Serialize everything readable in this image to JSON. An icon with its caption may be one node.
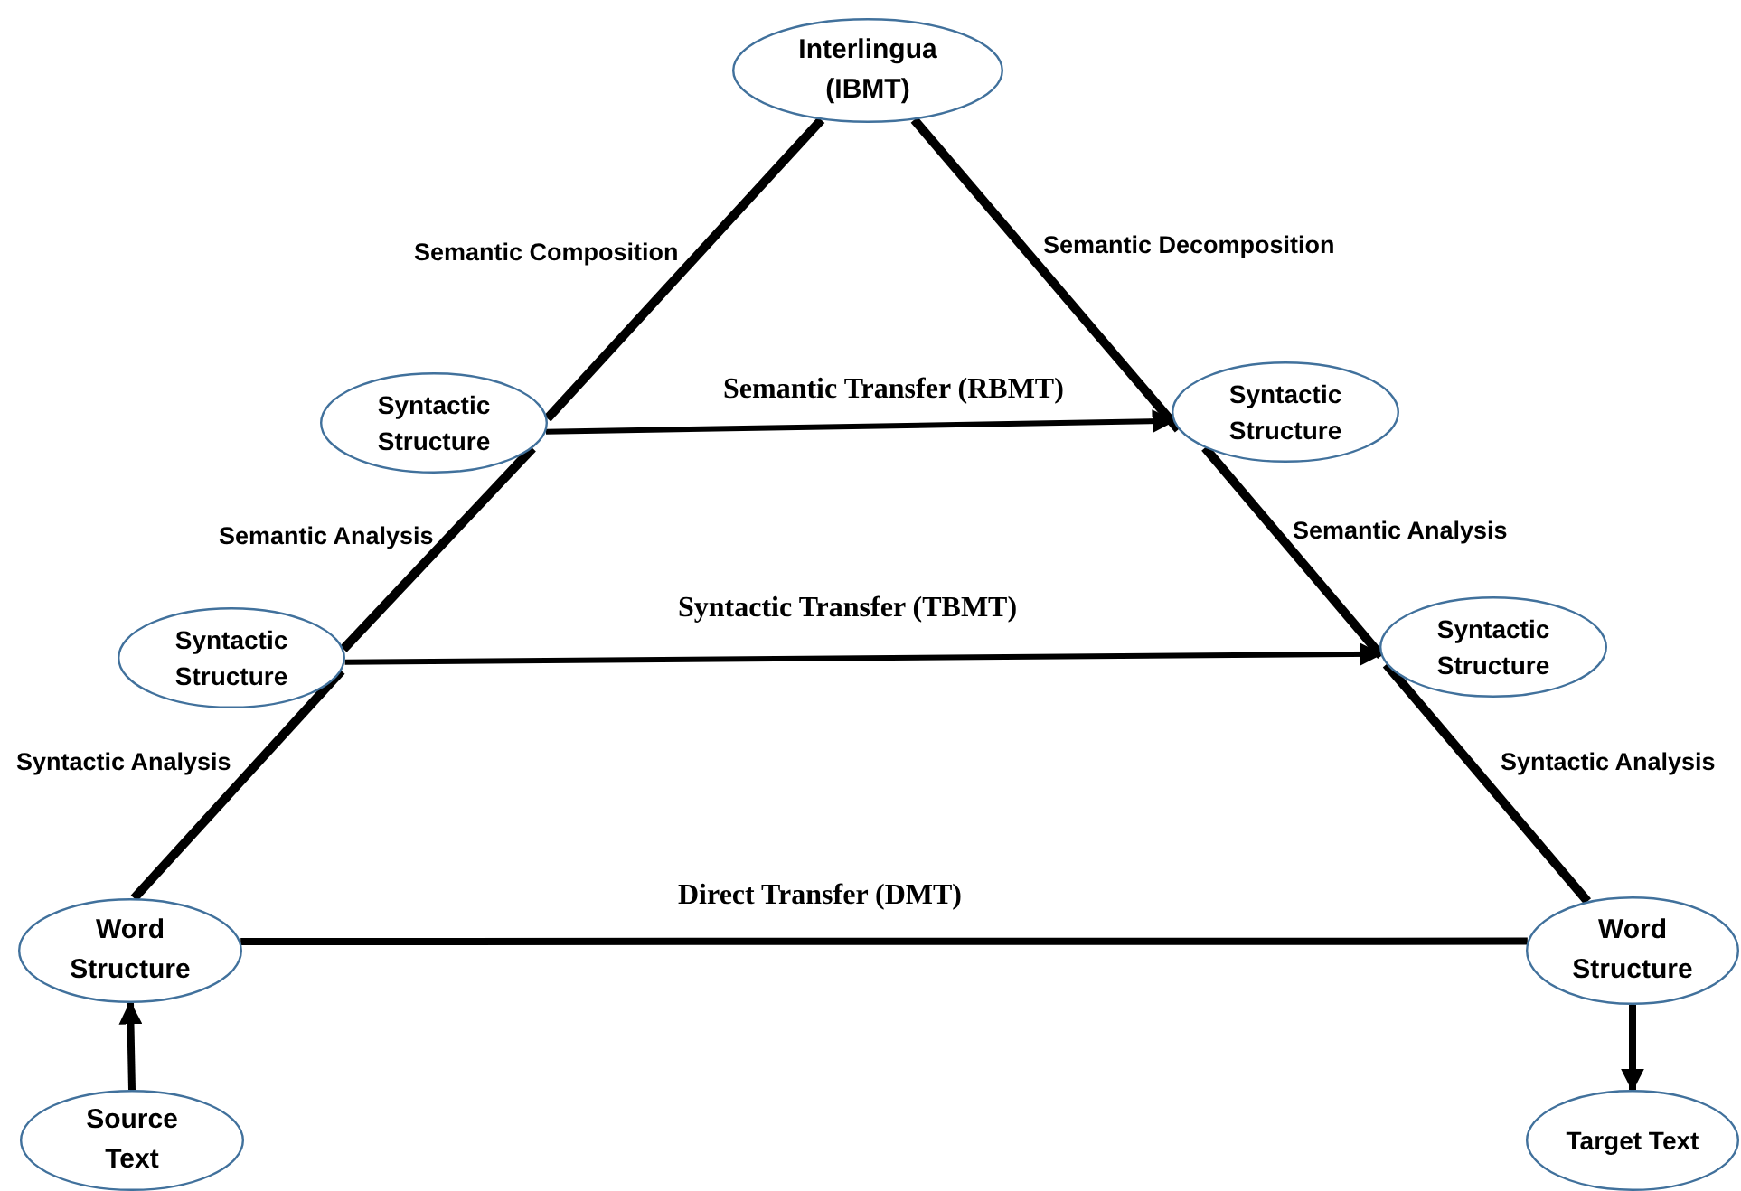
{
  "diagram": {
    "nodes": [
      {
        "text": [
          "Interlingua (IBMT)"
        ]
      },
      {
        "text": [
          "Syntactic Structure"
        ]
      },
      {
        "text": [
          "Syntactic Structure"
        ]
      },
      {
        "text": [
          "Syntactic Structure"
        ]
      },
      {
        "text": [
          "Syntactic Structure"
        ]
      },
      {
        "text": [
          "Word Structure"
        ]
      },
      {
        "text": [
          "Word Structure"
        ]
      },
      {
        "text": [
          "Source Text"
        ]
      },
      {
        "text": [
          "Target Text"
        ]
      }
    ],
    "edges": [
      {
        "from": 5,
        "to": 3,
        "arrow": "none",
        "label": "Syntactic Analysis"
      },
      {
        "from": 3,
        "to": 1,
        "arrow": "none",
        "label": "Semantic Analysis"
      },
      {
        "from": 1,
        "to": 0,
        "arrow": "none",
        "label": "Semantic Composition"
      },
      {
        "from": 0,
        "to": 2,
        "arrow": "none",
        "label": "Semantic Decomposition"
      },
      {
        "from": 2,
        "to": 4,
        "arrow": "none",
        "label": "Semantic Analysis"
      },
      {
        "from": 4,
        "to": 6,
        "arrow": "none",
        "label": "Syntactic Analysis"
      },
      {
        "from": 1,
        "to": 2,
        "arrow": "to",
        "label": "Semantic Transfer (RBMT)"
      },
      {
        "from": 3,
        "to": 4,
        "arrow": "to",
        "label": "Syntactic Transfer (TBMT)"
      },
      {
        "from": 5,
        "to": 6,
        "arrow": "none",
        "label": "Direct Transfer (DMT)"
      },
      {
        "from": 7,
        "to": 5,
        "arrow": "to"
      },
      {
        "from": 6,
        "to": 8,
        "arrow": "to"
      }
    ]
  }
}
